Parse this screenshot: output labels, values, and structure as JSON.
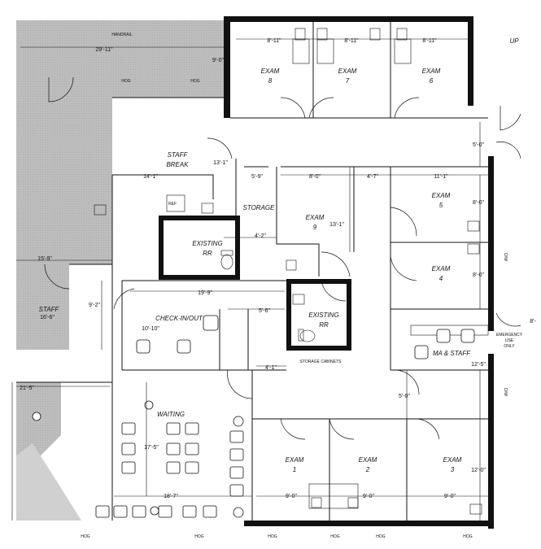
{
  "labels": {
    "handrail": "HANDRAIL",
    "up": "UP",
    "exam8": [
      "EXAM",
      "8"
    ],
    "exam7": [
      "EXAM",
      "7"
    ],
    "exam6": [
      "EXAM",
      "6"
    ],
    "exam5": [
      "EXAM",
      "5"
    ],
    "exam4": [
      "EXAM",
      "4"
    ],
    "exam9": [
      "EXAM",
      "9"
    ],
    "exam1": [
      "EXAM",
      "1"
    ],
    "exam2": [
      "EXAM",
      "2"
    ],
    "exam3": [
      "EXAM",
      "3"
    ],
    "staff_break": [
      "STAFF",
      "BREAK"
    ],
    "storage": "STORAGE",
    "existing_rr_left": [
      "EXISTING",
      "RR"
    ],
    "existing_rr_right": [
      "EXISTING",
      "RR"
    ],
    "ref": "REF",
    "staff": "STAFF",
    "check_in_out": "CHECK-IN/OUT",
    "storage_cabinets": "STORAGE CABINETS",
    "waiting": "WAITING",
    "ma_staff": "MA & STAFF",
    "emergency": [
      "EMERGENCY",
      "USE",
      "ONLY"
    ],
    "wall_tag": "HOG",
    "dw_tag": "D/W"
  },
  "dimensions": {
    "d_29_11": "29'-11\"",
    "d_9_0_top": "9'-0\"",
    "d_8_11_a": "8'-11\"",
    "d_8_11_b": "8'-11\"",
    "d_8_11_c": "8'-11\"",
    "d_5_0_a": "5'-0\"",
    "d_14_1": "14'-1\"",
    "d_13_1_a": "13'-1\"",
    "d_5_9": "5'-9\"",
    "d_8_0_a": "8'-0\"",
    "d_4_7": "4'-7\"",
    "d_11_1": "11'-1\"",
    "d_8_0_b": "8'-0\"",
    "d_8_0_c": "8'-0\"",
    "d_13_1_b": "13'-1\"",
    "d_4_2": "4'-2\"",
    "d_15_9": "15'-9\"",
    "d_16_6": "16'-6\"",
    "d_9_2": "9'-2\"",
    "d_19_9": "19'-9\"",
    "d_5_6": "5'-6\"",
    "d_10_10": "10'-10\"",
    "d_4_1": "4'-1\"",
    "d_12_5": "12'-5\"",
    "d_8_edge": "8'-",
    "d_5_0_b": "5'-0\"",
    "d_21_5": "21'-5\"",
    "d_17_5": "17'-5\"",
    "d_18_7": "18'-7\"",
    "d_9_0_a": "9'-0\"",
    "d_9_0_b": "9'-0\"",
    "d_9_0_c": "9'-0\"",
    "d_12_0": "12'-0\""
  }
}
